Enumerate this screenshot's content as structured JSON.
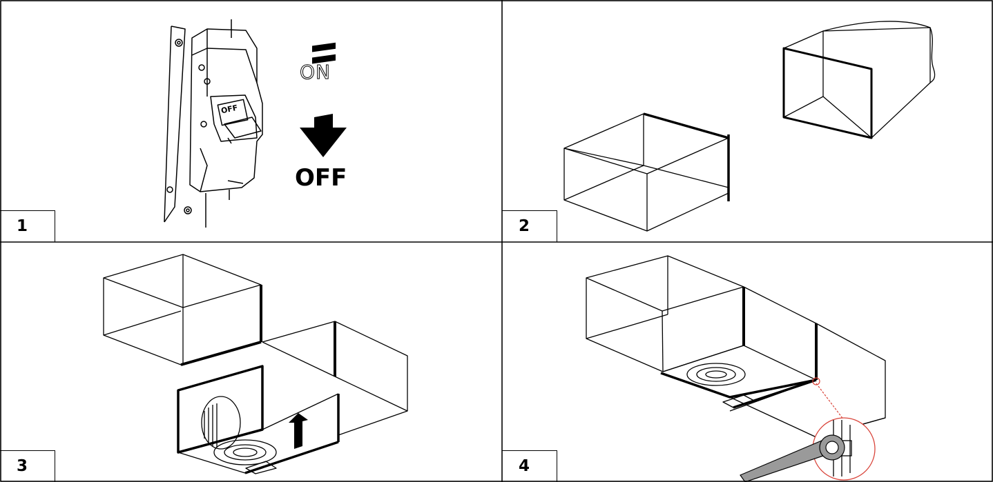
{
  "panels": [
    {
      "step": "1",
      "switch_on": "ON",
      "switch_off": "OFF",
      "breaker_label": "OFF"
    },
    {
      "step": "2"
    },
    {
      "step": "3"
    },
    {
      "step": "4"
    }
  ],
  "colors": {
    "line": "#000000",
    "detail_circle": "#d9443a",
    "wrench": "#9a9a9a"
  },
  "icons": [
    "breaker-icon",
    "down-arrow-icon",
    "duct-icon",
    "fan-icon",
    "up-arrow-icon",
    "wrench-icon",
    "magnify-circle-icon"
  ]
}
